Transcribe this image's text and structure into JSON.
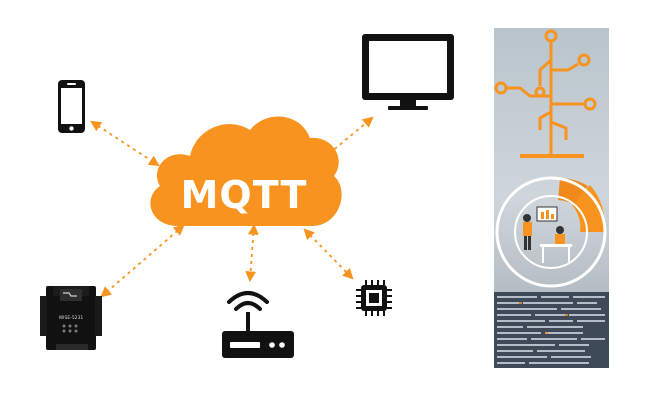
{
  "cloud": {
    "label": "MQTT",
    "color": "#f7931e"
  },
  "devices": {
    "phone": {
      "icon": "smartphone-icon"
    },
    "monitor": {
      "icon": "monitor-icon"
    },
    "plc": {
      "icon": "io-controller-icon",
      "label": "WISE-5231"
    },
    "router": {
      "icon": "wifi-router-icon"
    },
    "chip": {
      "icon": "microchip-icon"
    }
  },
  "connections": {
    "style": "dashed-double-arrow",
    "color": "#f7931e"
  },
  "side_panel": {
    "icons": [
      "circuit-tree-icon",
      "analytics-people-icon",
      "code-lines-icon"
    ],
    "accent": "#f7931e"
  }
}
